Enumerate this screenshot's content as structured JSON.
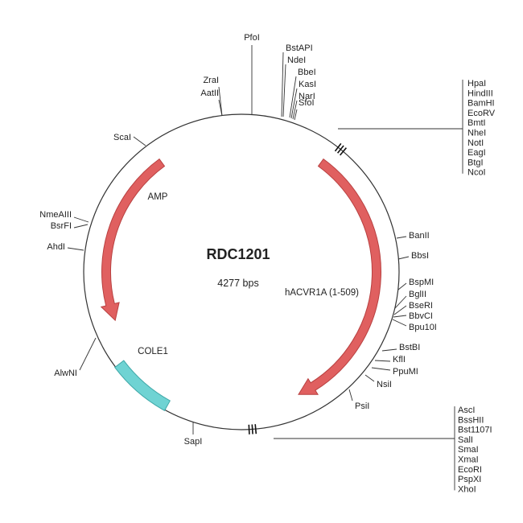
{
  "plasmid": {
    "name": "RDC1201",
    "size_label": "4277 bps",
    "backbone_color": "#333333"
  },
  "features": [
    {
      "id": "amp",
      "label": "AMP",
      "color": "#e06060",
      "stroke": "#b84040",
      "kind": "arrow",
      "direction": "ccw"
    },
    {
      "id": "hacvr1a",
      "label": "hACVR1A (1-509)",
      "color": "#e06060",
      "stroke": "#b84040",
      "kind": "arrow",
      "direction": "cw"
    },
    {
      "id": "cole1",
      "label": "COLE1",
      "color": "#6fd3d3",
      "stroke": "#3fa8a8",
      "kind": "block"
    }
  ],
  "sites": [
    {
      "id": "pfoi",
      "label": "PfoI"
    },
    {
      "id": "bstapi",
      "label": "BstAPI"
    },
    {
      "id": "ndei",
      "label": "NdeI"
    },
    {
      "id": "bbei",
      "label": "BbeI"
    },
    {
      "id": "kasi",
      "label": "KasI"
    },
    {
      "id": "nari",
      "label": "NarI"
    },
    {
      "id": "sfoi",
      "label": "SfoI"
    },
    {
      "id": "zrai",
      "label": "ZraI"
    },
    {
      "id": "aatii",
      "label": "AatII"
    },
    {
      "id": "scai",
      "label": "ScaI"
    },
    {
      "id": "nmeaiii",
      "label": "NmeAIII"
    },
    {
      "id": "bsrfi",
      "label": "BsrFI"
    },
    {
      "id": "ahdi",
      "label": "AhdI"
    },
    {
      "id": "alwni",
      "label": "AlwNI"
    },
    {
      "id": "sapi",
      "label": "SapI"
    },
    {
      "id": "psii",
      "label": "PsiI"
    },
    {
      "id": "nsii",
      "label": "NsiI"
    },
    {
      "id": "ppumi",
      "label": "PpuMI"
    },
    {
      "id": "kfli",
      "label": "KflI"
    },
    {
      "id": "bstbi",
      "label": "BstBI"
    },
    {
      "id": "bpu10i",
      "label": "Bpu10I"
    },
    {
      "id": "bbvci",
      "label": "BbvCI"
    },
    {
      "id": "bseri",
      "label": "BseRI"
    },
    {
      "id": "bglii",
      "label": "BglII"
    },
    {
      "id": "bspmi",
      "label": "BspMI"
    },
    {
      "id": "bbsi",
      "label": "BbsI"
    },
    {
      "id": "banii",
      "label": "BanII"
    }
  ],
  "mcs_groups": [
    {
      "id": "mcs1",
      "labels": [
        "HpaI",
        "HindIII",
        "BamHI",
        "EcoRV",
        "BmtI",
        "NheI",
        "NotI",
        "EagI",
        "BtgI",
        "NcoI"
      ]
    },
    {
      "id": "mcs2",
      "labels": [
        "AscI",
        "BssHII",
        "Bst1107I",
        "SalI",
        "SmaI",
        "XmaI",
        "EcoRI",
        "PspXI",
        "XhoI"
      ]
    }
  ]
}
